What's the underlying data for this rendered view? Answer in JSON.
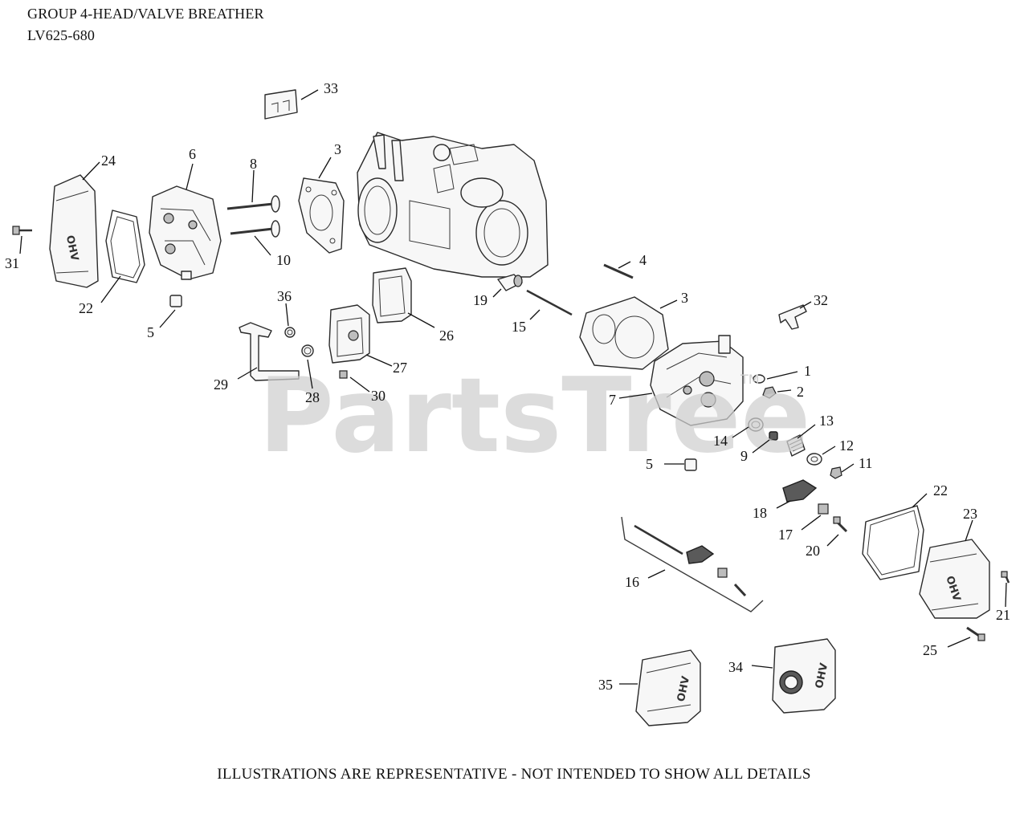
{
  "header": {
    "line1": "GROUP 4-HEAD/VALVE BREATHER",
    "line2": "LV625-680"
  },
  "footer": {
    "disclaimer": "ILLUSTRATIONS ARE REPRESENTATIVE - NOT INTENDED TO SHOW ALL DETAILS"
  },
  "watermark": {
    "text": "PartsTree",
    "trademark": "TM"
  },
  "callouts": [
    {
      "id": "c33",
      "label": "33"
    },
    {
      "id": "c3a",
      "label": "3"
    },
    {
      "id": "c24",
      "label": "24"
    },
    {
      "id": "c6",
      "label": "6"
    },
    {
      "id": "c8",
      "label": "8"
    },
    {
      "id": "c31",
      "label": "31"
    },
    {
      "id": "c10",
      "label": "10"
    },
    {
      "id": "c22a",
      "label": "22"
    },
    {
      "id": "c5a",
      "label": "5"
    },
    {
      "id": "c36",
      "label": "36"
    },
    {
      "id": "c26",
      "label": "26"
    },
    {
      "id": "c19",
      "label": "19"
    },
    {
      "id": "c4",
      "label": "4"
    },
    {
      "id": "c15",
      "label": "15"
    },
    {
      "id": "c3b",
      "label": "3"
    },
    {
      "id": "c32",
      "label": "32"
    },
    {
      "id": "c29",
      "label": "29"
    },
    {
      "id": "c28",
      "label": "28"
    },
    {
      "id": "c27",
      "label": "27"
    },
    {
      "id": "c30",
      "label": "30"
    },
    {
      "id": "c1",
      "label": "1"
    },
    {
      "id": "c2",
      "label": "2"
    },
    {
      "id": "c7",
      "label": "7"
    },
    {
      "id": "c13",
      "label": "13"
    },
    {
      "id": "c14",
      "label": "14"
    },
    {
      "id": "c12",
      "label": "12"
    },
    {
      "id": "c9",
      "label": "9"
    },
    {
      "id": "c11",
      "label": "11"
    },
    {
      "id": "c5b",
      "label": "5"
    },
    {
      "id": "c22b",
      "label": "22"
    },
    {
      "id": "c23",
      "label": "23"
    },
    {
      "id": "c18",
      "label": "18"
    },
    {
      "id": "c17",
      "label": "17"
    },
    {
      "id": "c20",
      "label": "20"
    },
    {
      "id": "c16",
      "label": "16"
    },
    {
      "id": "c21",
      "label": "21"
    },
    {
      "id": "c25",
      "label": "25"
    },
    {
      "id": "c34",
      "label": "34"
    },
    {
      "id": "c35",
      "label": "35"
    }
  ],
  "cover_markings": {
    "left_cover": "OHV",
    "right_cover": "OHV",
    "cover_34": "OHV",
    "cover_35": "OHV"
  }
}
